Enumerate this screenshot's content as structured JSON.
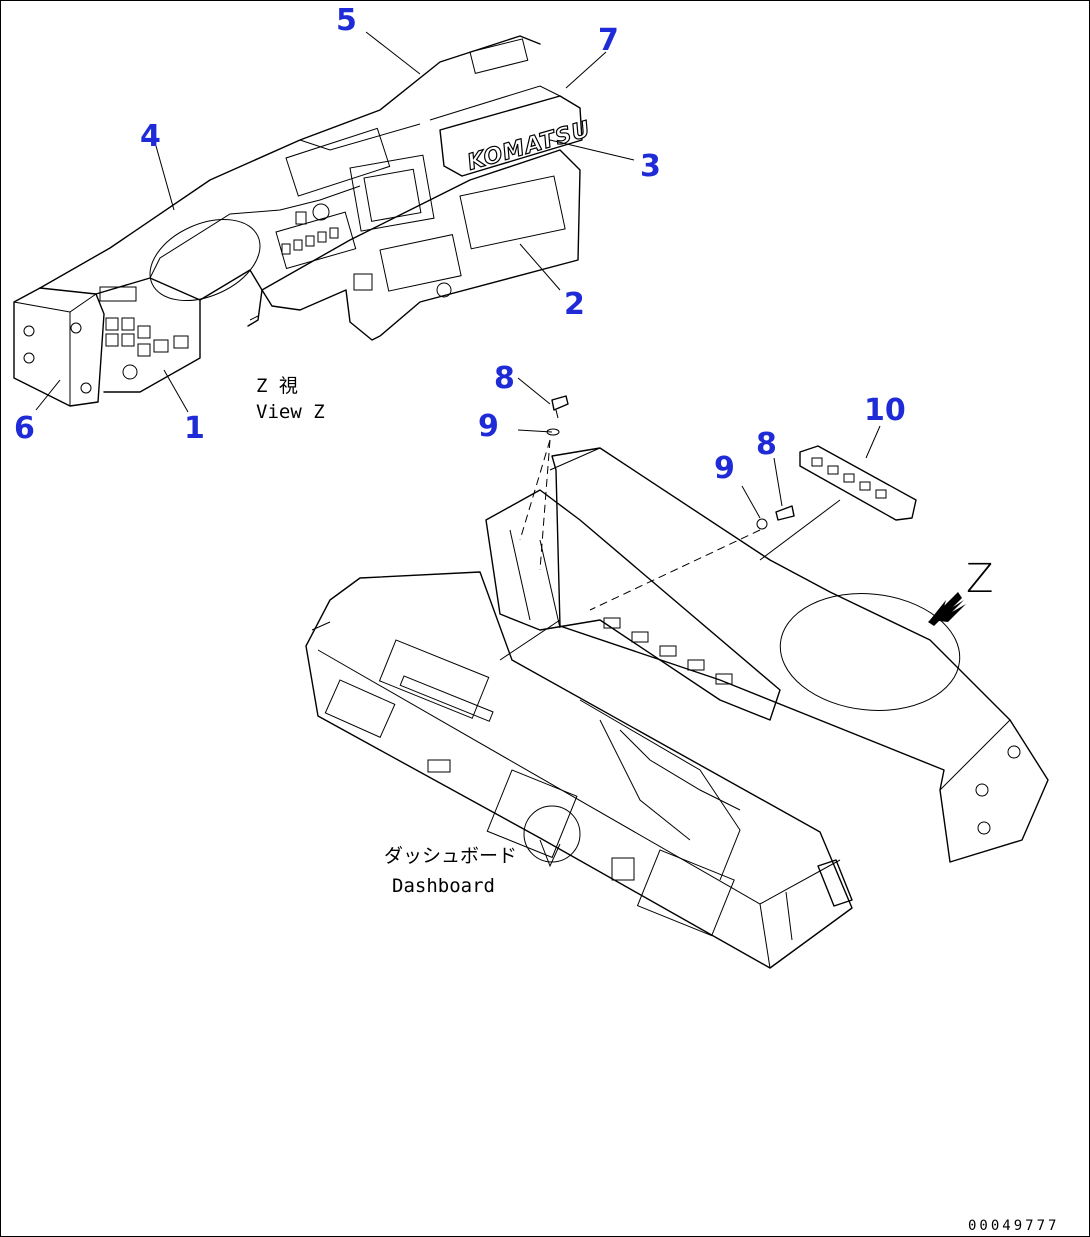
{
  "callouts": {
    "c1": "1",
    "c2": "2",
    "c3": "3",
    "c4": "4",
    "c5": "5",
    "c6": "6",
    "c7": "7",
    "c8a": "8",
    "c8b": "8",
    "c9a": "9",
    "c9b": "9",
    "c10": "10"
  },
  "labels": {
    "view_jp": "Z  視",
    "view_en": "View Z",
    "dashboard_jp": "ダッシュボード",
    "dashboard_en": "Dashboard",
    "z_arrow": "Z",
    "brand_logo": "KOMATSU"
  },
  "drawing_number": "00049777",
  "colors": {
    "callout": "#1f2bd6",
    "line": "#000000"
  }
}
